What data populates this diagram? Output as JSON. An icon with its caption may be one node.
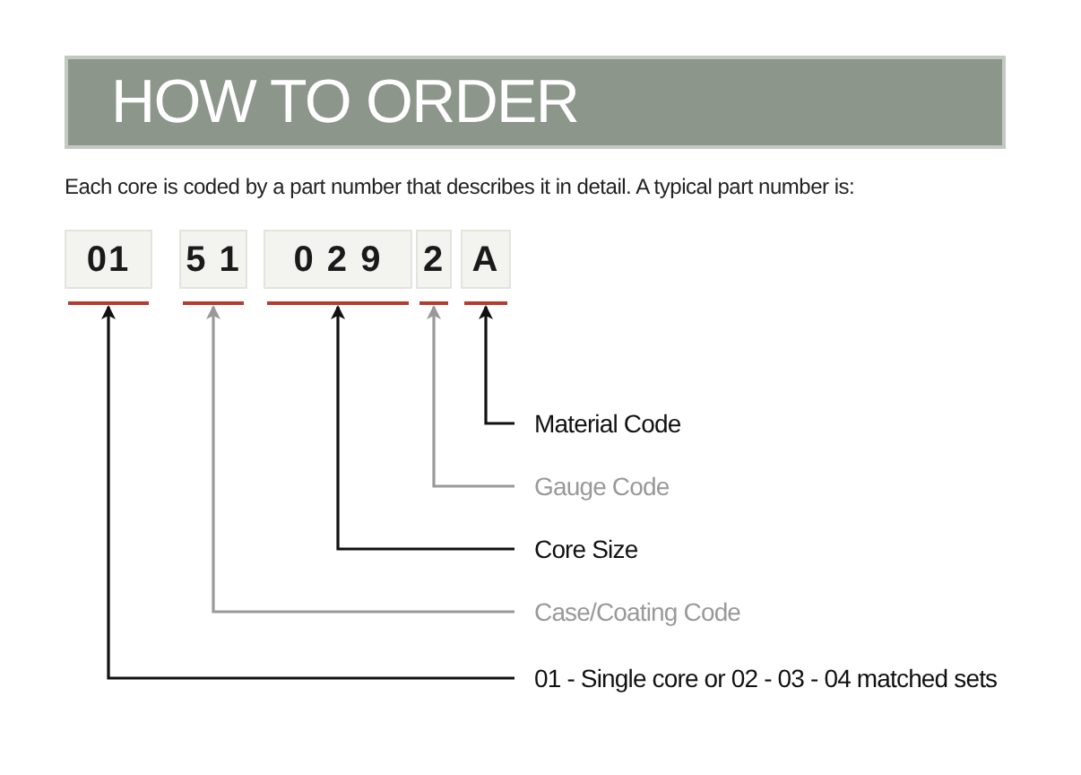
{
  "diagram": {
    "title": "HOW TO ORDER",
    "nodes": [
      {
        "text": [
          "01"
        ]
      },
      {
        "text": [
          "5 1"
        ]
      },
      {
        "text": [
          "0 2 9"
        ]
      },
      {
        "text": [
          "2"
        ]
      },
      {
        "text": [
          "A"
        ]
      },
      {
        "text": [
          "Material Code"
        ]
      },
      {
        "text": [
          "Gauge Code"
        ]
      },
      {
        "text": [
          "Core Size"
        ]
      },
      {
        "text": [
          "Case/Coating Code"
        ]
      },
      {
        "text": [
          "01 - Single core or 02 - 03 - 04 matched sets"
        ]
      }
    ],
    "edges": [
      {
        "from": 5,
        "to": 4,
        "arrow": "to"
      },
      {
        "from": 6,
        "to": 3,
        "arrow": "to",
        "color": "#999999"
      },
      {
        "from": 7,
        "to": 2,
        "arrow": "to"
      },
      {
        "from": 8,
        "to": 1,
        "arrow": "to",
        "color": "#999999"
      },
      {
        "from": 9,
        "to": 0,
        "arrow": "to"
      }
    ],
    "labels": [
      "Each core is coded by a part number that describes it in detail. A typical part number is:"
    ]
  }
}
